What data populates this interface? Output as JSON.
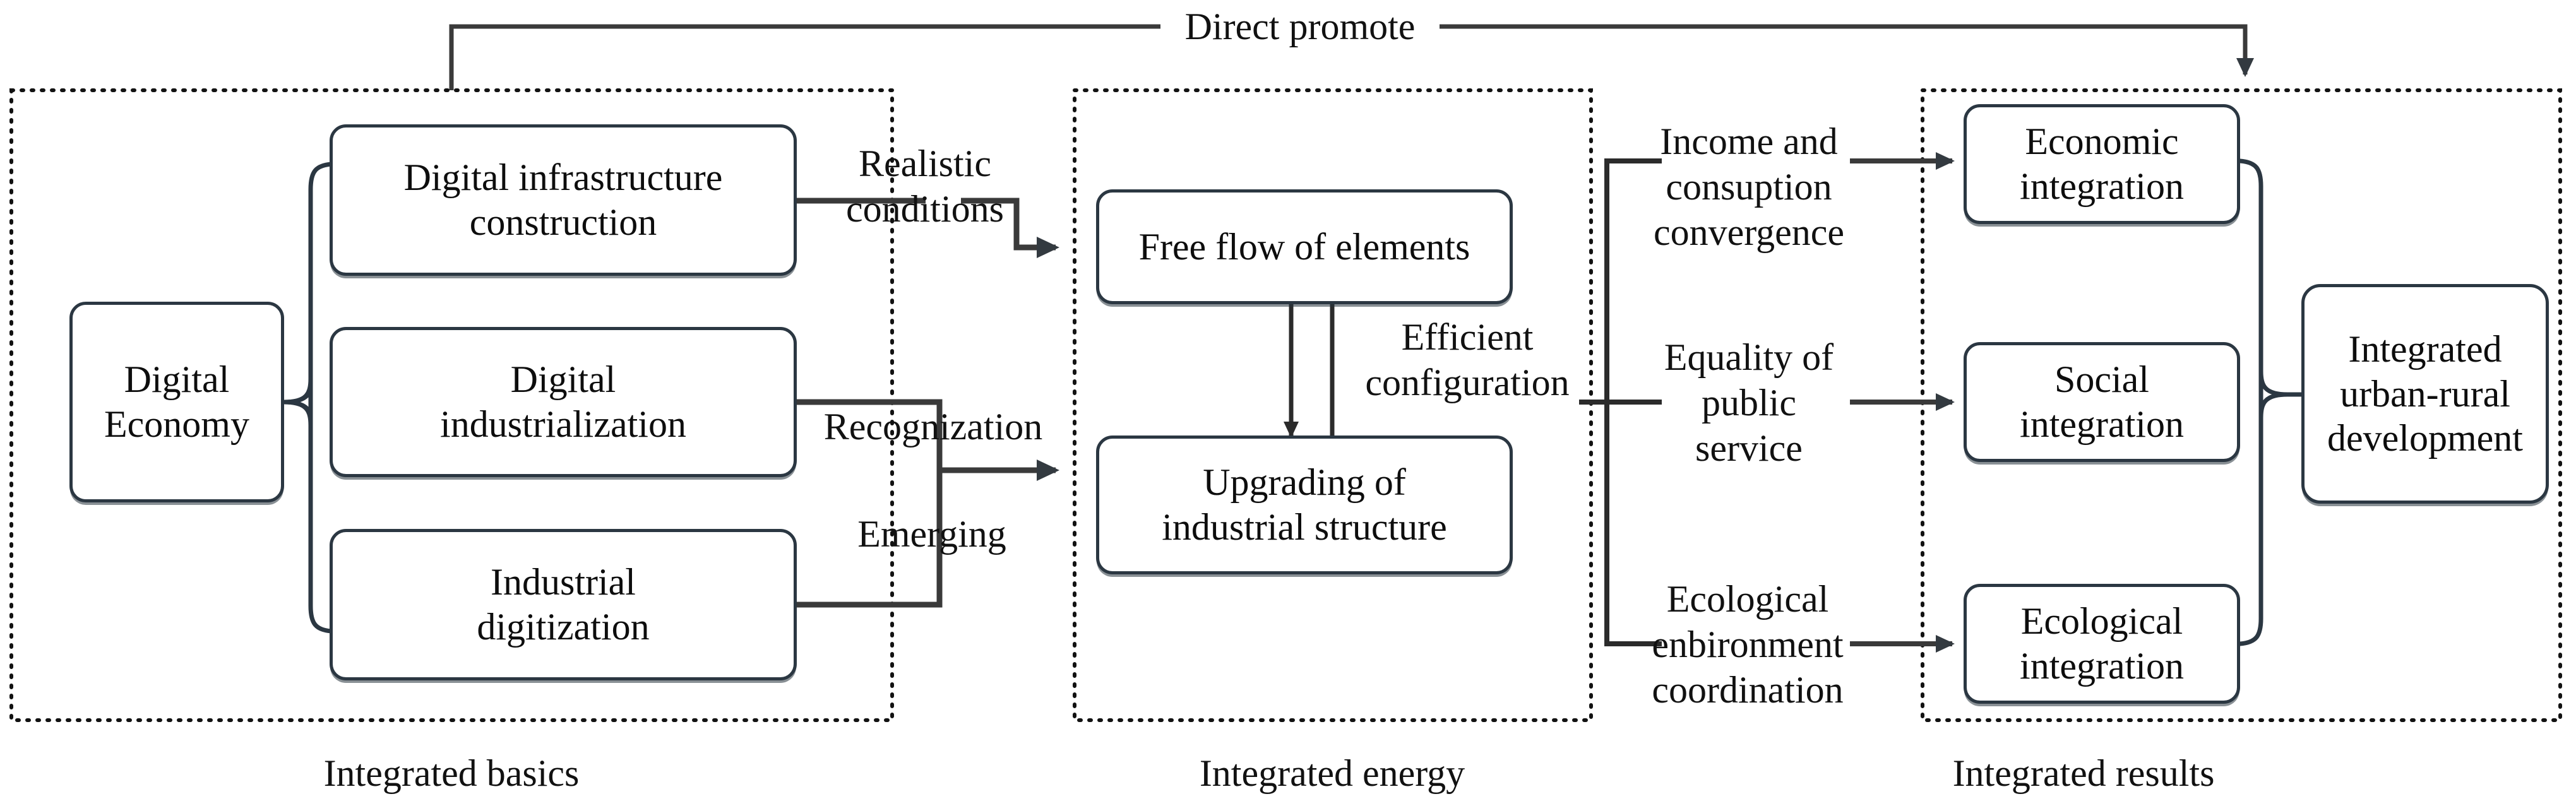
{
  "diagram": {
    "title_flow": "Digital economy and integrated urban-rural development mechanism",
    "colors": {
      "node_border": "#2b3742",
      "connector": "#2f2f2f",
      "group_border": "#111111",
      "text": "#0d0d0d",
      "background": "#ffffff"
    },
    "top_edge": {
      "label": "Direct promote"
    },
    "groups": [
      {
        "id": "basics",
        "caption": "Integrated basics"
      },
      {
        "id": "energy",
        "caption": "Integrated energy"
      },
      {
        "id": "results",
        "caption": "Integrated results"
      }
    ],
    "nodes": [
      {
        "id": "digital-economy",
        "label": "Digital\nEconomy"
      },
      {
        "id": "digital-infrastructure",
        "label": "Digital infrastructure\nconstruction"
      },
      {
        "id": "digital-industrialization",
        "label": "Digital\nindustrialization"
      },
      {
        "id": "industrial-digitization",
        "label": "Industrial\ndigitization"
      },
      {
        "id": "free-flow-of-elements",
        "label": "Free flow of elements"
      },
      {
        "id": "upgrading-industrial-structure",
        "label": "Upgrading of\nindustrial structure"
      },
      {
        "id": "economic-integration",
        "label": "Economic\nintegration"
      },
      {
        "id": "social-integration",
        "label": "Social\nintegration"
      },
      {
        "id": "ecological-integration",
        "label": "Ecological\nintegration"
      },
      {
        "id": "integrated-urban-rural",
        "label": "Integrated\nurban-rural\ndevelopment"
      }
    ],
    "edge_labels": [
      {
        "id": "realistic-conditions",
        "label": "Realistic\nconditions"
      },
      {
        "id": "recognization",
        "label": "Recognization"
      },
      {
        "id": "emerging",
        "label": "Emerging"
      },
      {
        "id": "efficient-configuration",
        "label": "Efficient\nconfiguration"
      },
      {
        "id": "income-consumption",
        "label": "Income and\nconsuption\nconvergence"
      },
      {
        "id": "equality-public-service",
        "label": "Equality of\npublic\nservice"
      },
      {
        "id": "ecological-coordination",
        "label": "Ecological\nenbironment\ncoordination"
      }
    ]
  }
}
